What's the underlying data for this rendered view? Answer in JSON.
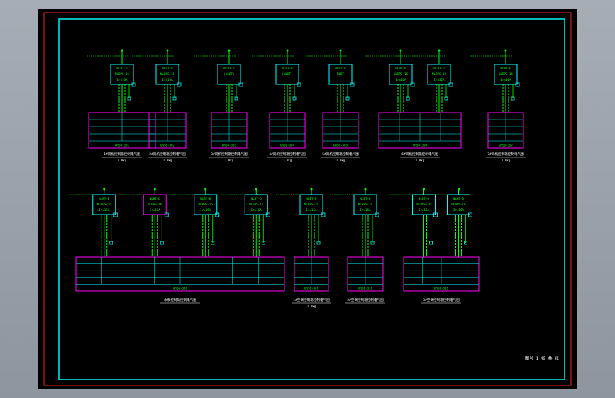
{
  "drawing": {
    "background": "#000000",
    "colors": {
      "frame_outer": "#cc2222",
      "frame_inner": "#00e5e5",
      "wire": "#00ff00",
      "box": "#00ffff",
      "table_border": "#ff00ff",
      "text": "#00ff00",
      "caption": "#ffffff"
    },
    "title_block": "图号 1 张 共 张"
  },
  "rows": [
    {
      "panels": [
        {
          "caption": "1#风机控制箱控制电气图",
          "sub": "1.8kg",
          "breakers": [
            {
              "type": "NLBT-D",
              "line1": "NLBPS-16",
              "line2": "Ir=16A"
            }
          ],
          "cabinet": "GRS0-301"
        },
        {
          "caption": "2#风机控制箱控制电气图",
          "sub": "1.8kg",
          "breakers": [
            {
              "type": "NLBT-D",
              "line1": "NLBPS-16",
              "line2": "Ir=16A"
            }
          ],
          "cabinet": "GRS0-302"
        },
        {
          "caption": "3#风机控制箱控制电气图",
          "sub": "1.8kg",
          "breakers": [
            {
              "type": "NLBT-D",
              "line1": "(NLBT)",
              "line2": ""
            }
          ],
          "cabinet": "GRS0-303"
        },
        {
          "caption": "4#风机控制箱控制电气图",
          "sub": "1.8kg",
          "breakers": [
            {
              "type": "NLBT-D",
              "line1": "(NLBT)",
              "line2": ""
            }
          ],
          "cabinet": "GRS0-304"
        },
        {
          "caption": "5#风机控制箱控制电气图",
          "sub": "1.8kg",
          "breakers": [
            {
              "type": "NLBT-D",
              "line1": "(NLBT)",
              "line2": ""
            }
          ],
          "cabinet": "GRS0-305"
        },
        {
          "caption": "6#风机控制箱控制电气图",
          "sub": "1.8kg",
          "breakers": [
            {
              "type": "NLBT-D",
              "line1": "NLBPS-16",
              "line2": "Ir=16A"
            },
            {
              "type": "NLBT-D",
              "line1": "NLBPS-32",
              "line2": "Ir=32A"
            }
          ],
          "cabinet": "GRS0-306"
        },
        {
          "caption": "7#风机控制箱控制电气图",
          "sub": "1.8kg",
          "breakers": [
            {
              "type": "NLBT-D",
              "line1": "NLBPS-16",
              "line2": "Ir=16A"
            }
          ],
          "cabinet": "GRS0-307"
        }
      ]
    },
    {
      "panels": [
        {
          "caption": "水泵控制箱控制电气图",
          "sub": "",
          "breakers": [
            {
              "type": "NLBT-D",
              "line1": "NLBPS-16",
              "line2": "Ir=16A"
            },
            {
              "type": "NLBT-D",
              "line1": "NLBPS-16",
              "line2": "Ir=16A"
            },
            {
              "type": "NLBT-D",
              "line1": "NLBPS-16",
              "line2": "Ir=16A"
            },
            {
              "type": "NLBT-D",
              "line1": "NLBPS-16",
              "line2": "Ir=16A"
            }
          ],
          "cabinet": "GRS0-308"
        },
        {
          "caption": "1#空调控制箱控制电气图",
          "sub": "1.8kg",
          "breakers": [
            {
              "type": "NLBT-D",
              "line1": "NLBPS-16",
              "line2": "Ir=16A"
            }
          ],
          "cabinet": "GRS0-309"
        },
        {
          "caption": "2#空调控制箱控制电气图",
          "sub": "",
          "breakers": [
            {
              "type": "NLBT-D",
              "line1": "NLBPS-16",
              "line2": "Ir=16A"
            }
          ],
          "cabinet": "GRS0-310"
        },
        {
          "caption": "3#空调控制箱控制电气图",
          "sub": "",
          "breakers": [
            {
              "type": "NLBT-D",
              "line1": "NLBPS-16",
              "line2": "Ir=16A"
            },
            {
              "type": "NLBT-D",
              "line1": "NLBPS-16",
              "line2": "Ir=16A"
            }
          ],
          "cabinet": "GRS0-311"
        }
      ]
    }
  ]
}
